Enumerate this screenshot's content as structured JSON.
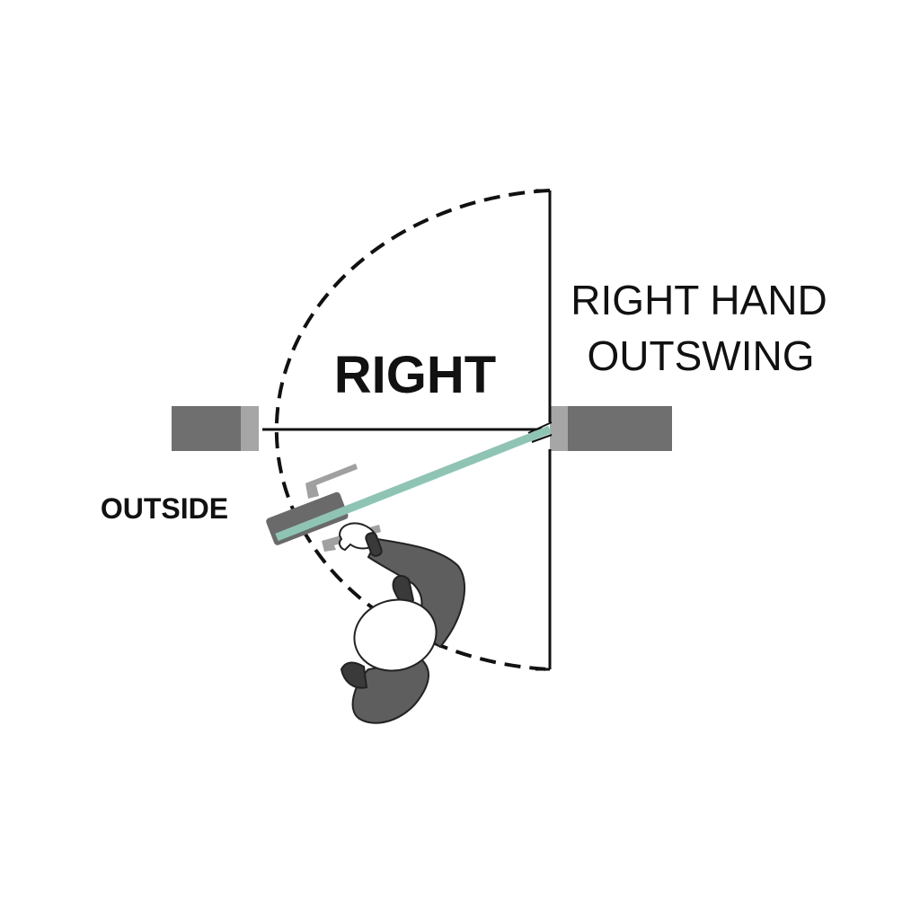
{
  "diagram": {
    "swing_label": "RIGHT",
    "title_line1": "RIGHT HAND",
    "title_line2": "OUTSWING",
    "side_label": "OUTSIDE",
    "colors": {
      "wall": "#6f6f6f",
      "wall_jamb": "#a6a6a6",
      "door_glass": "#8fc4b5",
      "person": "#5e5e5e",
      "line": "#111111"
    }
  }
}
